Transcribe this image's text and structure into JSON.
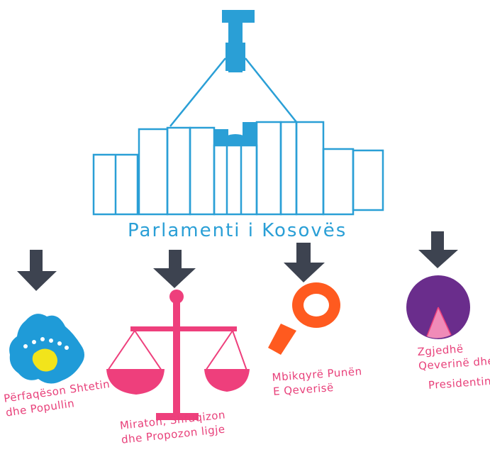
{
  "title": "Parlamenti i Kosovës",
  "functions": [
    {
      "lines": [
        "Përfaqëson Shtetin",
        "dhe Popullin"
      ],
      "icon": "kosovo-map-icon"
    },
    {
      "lines": [
        "Miraton, Shfuqizon",
        "dhe Propozon ligje"
      ],
      "icon": "scales-of-justice-icon"
    },
    {
      "lines": [
        "Mbikqyrë Punën",
        "E Qeverisë"
      ],
      "icon": "magnifying-glass-icon"
    },
    {
      "lines": [
        "Zgjedhë",
        "Qeverinë dhe",
        "Presidentin"
      ],
      "icon": "pie-chart-icon"
    }
  ],
  "colors": {
    "building": "#2a9fd6",
    "arrow": "#3d4350",
    "caption": "#e8407a",
    "map": "#1f9bd8",
    "scale": "#ee3f7c",
    "magnifier": "#ff5a1f",
    "pie": "#6a2d8c"
  }
}
